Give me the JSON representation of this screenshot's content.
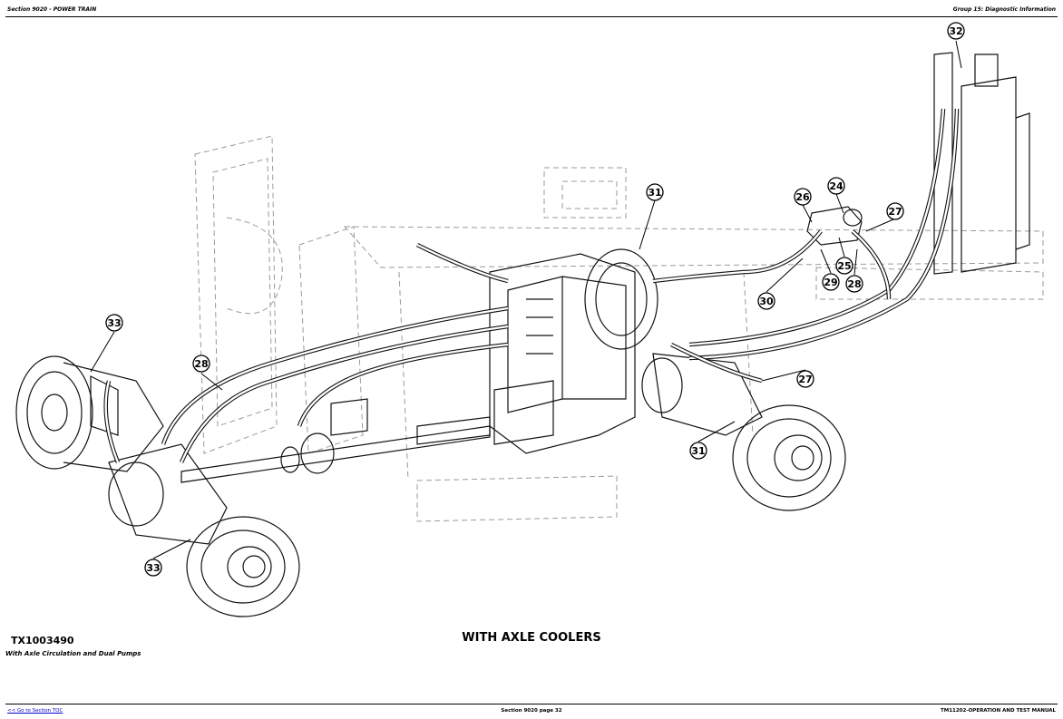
{
  "header": {
    "left": "Section 9020 - POWER TRAIN",
    "right": "Group 15: Diagnostic Information"
  },
  "figure": {
    "id": "TX1003490",
    "caption": "WITH AXLE COOLERS",
    "subcaption": "With Axle Circulation and Dual Pumps",
    "callouts": [
      {
        "num": "32"
      },
      {
        "num": "31"
      },
      {
        "num": "26"
      },
      {
        "num": "24"
      },
      {
        "num": "27"
      },
      {
        "num": "25"
      },
      {
        "num": "29"
      },
      {
        "num": "28"
      },
      {
        "num": "30"
      },
      {
        "num": "33"
      },
      {
        "num": "28"
      },
      {
        "num": "27"
      },
      {
        "num": "31"
      },
      {
        "num": "33"
      }
    ]
  },
  "footer": {
    "left": "<< Go to Section TOC",
    "center": "Section 9020 page 32",
    "right": "TM11202-OPERATION AND TEST MANUAL"
  }
}
